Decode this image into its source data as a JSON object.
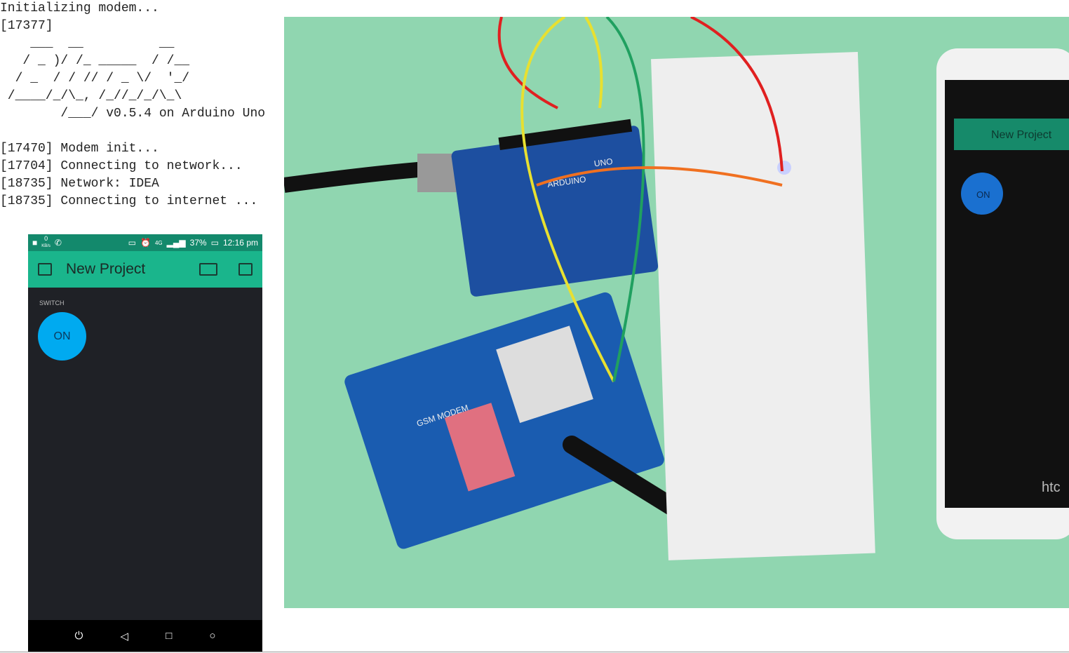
{
  "terminal": {
    "lines": [
      "Initializing modem...",
      "[17377]",
      "    ___  __          __",
      "   / _ )/ /_ _____  / /__",
      "  / _  / / // / _ \\/  '_/",
      " /____/_/\\_, /_//_/_/\\_\\",
      "        /___/ v0.5.4 on Arduino Uno",
      "",
      "[17470] Modem init...",
      "[17704] Connecting to network...",
      "[18735] Network: IDEA",
      "[18735] Connecting to internet ..."
    ]
  },
  "phone": {
    "status": {
      "kbps_value": "0",
      "kbps_unit": "KB/s",
      "network": "4G",
      "battery": "37%",
      "time": "12:16 pm"
    },
    "appbar": {
      "title": "New Project"
    },
    "widget": {
      "label": "SWITCH",
      "button": "ON"
    },
    "colors": {
      "status_bar": "#13896c",
      "app_bar": "#1ab58c",
      "background": "#1f2126",
      "button": "#00aaf0"
    }
  },
  "photo": {
    "board_labels": [
      "ARDUINO",
      "UNO",
      "GSM MODEM"
    ],
    "phone_text": {
      "title": "New Project",
      "button": "ON",
      "brand": "htc"
    }
  }
}
